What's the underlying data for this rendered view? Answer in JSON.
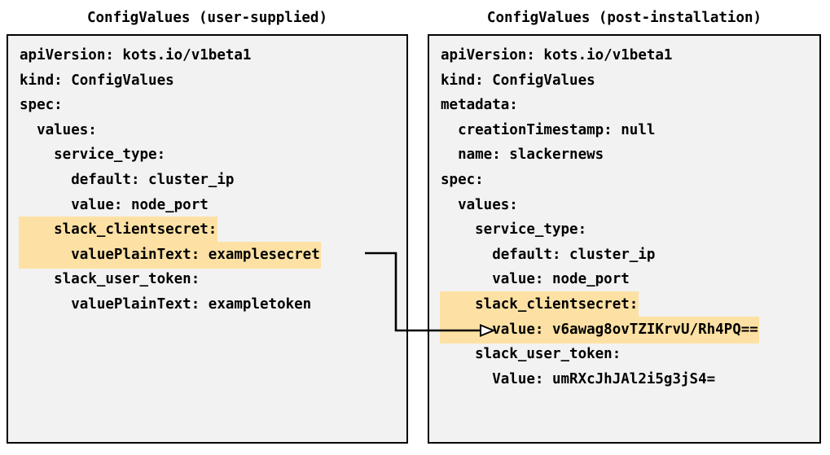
{
  "diagram": {
    "title_left": "ConfigValues (user-supplied)",
    "title_right": "ConfigValues (post-installation)",
    "highlight_color": "#fde1a4",
    "panel_background": "#f2f2f2",
    "panel_border_color": "#000000",
    "text_color": "#000000",
    "connector": {
      "label": "",
      "arrowhead": "open-triangle",
      "from": "valuePlainText: examplesecret",
      "to": "value: v6awag8ovTZIKrvU/Rh4PQ=="
    }
  },
  "left_panel": {
    "name": "ConfigValues (user-supplied)",
    "lines": [
      {
        "text": "apiVersion: kots.io/v1beta1",
        "highlight": false
      },
      {
        "text": "kind: ConfigValues",
        "highlight": false
      },
      {
        "text": "spec:",
        "highlight": false
      },
      {
        "text": "  values:",
        "highlight": false
      },
      {
        "text": "    service_type:",
        "highlight": false
      },
      {
        "text": "      default: cluster_ip",
        "highlight": false
      },
      {
        "text": "      value: node_port",
        "highlight": false
      },
      {
        "text": "    slack_clientsecret:",
        "highlight": true
      },
      {
        "text": "      valuePlainText: examplesecret",
        "highlight": true
      },
      {
        "text": "    slack_user_token:",
        "highlight": false
      },
      {
        "text": "      valuePlainText: exampletoken",
        "highlight": false
      }
    ]
  },
  "right_panel": {
    "name": "ConfigValues (post-installation)",
    "lines": [
      {
        "text": "apiVersion: kots.io/v1beta1",
        "highlight": false
      },
      {
        "text": "kind: ConfigValues",
        "highlight": false
      },
      {
        "text": "metadata:",
        "highlight": false
      },
      {
        "text": "  creationTimestamp: null",
        "highlight": false
      },
      {
        "text": "  name: slackernews",
        "highlight": false
      },
      {
        "text": "spec:",
        "highlight": false
      },
      {
        "text": "  values:",
        "highlight": false
      },
      {
        "text": "    service_type:",
        "highlight": false
      },
      {
        "text": "      default: cluster_ip",
        "highlight": false
      },
      {
        "text": "      value: node_port",
        "highlight": false
      },
      {
        "text": "    slack_clientsecret:",
        "highlight": true
      },
      {
        "text": "      value: v6awag8ovTZIKrvU/Rh4PQ==",
        "highlight": true
      },
      {
        "text": "    slack_user_token:",
        "highlight": false
      },
      {
        "text": "      Value: umRXcJhJAl2i5g3jS4=",
        "highlight": false
      }
    ]
  }
}
